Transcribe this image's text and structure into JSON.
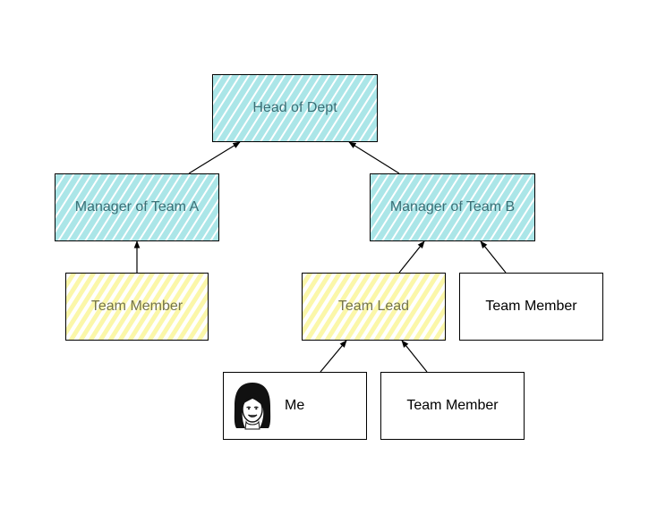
{
  "colors": {
    "blue_hatch": "#abe6e8",
    "yellow_hatch": "#fbf7a9",
    "border": "#000000"
  },
  "nodes": {
    "head": {
      "label": "Head of Dept",
      "style": "blue"
    },
    "manager_a": {
      "label": "Manager of Team A",
      "style": "blue"
    },
    "manager_b": {
      "label": "Manager of Team B",
      "style": "blue"
    },
    "team_member_a": {
      "label": "Team Member",
      "style": "yellow"
    },
    "team_lead": {
      "label": "Team Lead",
      "style": "yellow"
    },
    "team_member_b": {
      "label": "Team Member",
      "style": "plain"
    },
    "me": {
      "label": "Me",
      "style": "plain",
      "icon": "woman-avatar-icon"
    },
    "team_member_c": {
      "label": "Team Member",
      "style": "plain"
    }
  },
  "edges": [
    {
      "from": "manager_a",
      "to": "head"
    },
    {
      "from": "manager_b",
      "to": "head"
    },
    {
      "from": "team_member_a",
      "to": "manager_a"
    },
    {
      "from": "team_lead",
      "to": "manager_b"
    },
    {
      "from": "team_member_b",
      "to": "manager_b"
    },
    {
      "from": "me",
      "to": "team_lead"
    },
    {
      "from": "team_member_c",
      "to": "team_lead"
    }
  ]
}
